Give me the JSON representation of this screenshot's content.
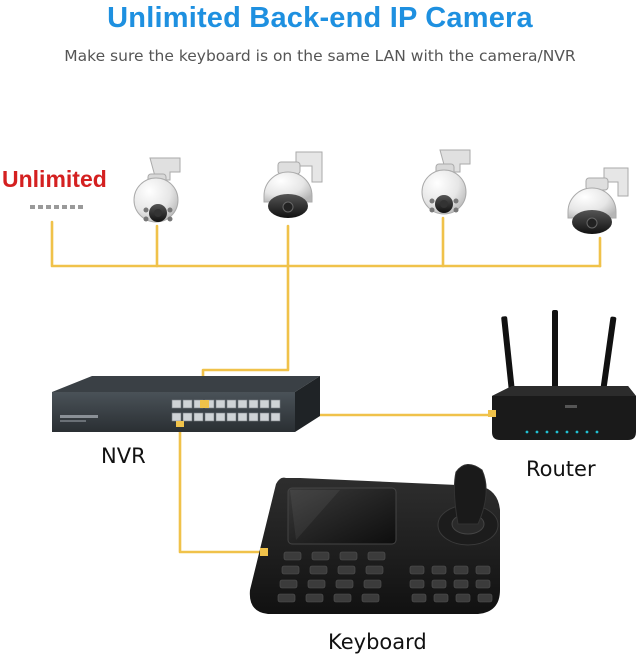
{
  "title": "Unlimited Back-end IP Camera",
  "subtitle": "Make sure the keyboard is on the same LAN with the camera/NVR",
  "unlimited_label": "Unlimited",
  "nvr_label": "NVR",
  "router_label": "Router",
  "keyboard_label": "Keyboard",
  "colors": {
    "title": "#1e90e0",
    "accent": "#d42020",
    "cable": "#f0c24a"
  }
}
